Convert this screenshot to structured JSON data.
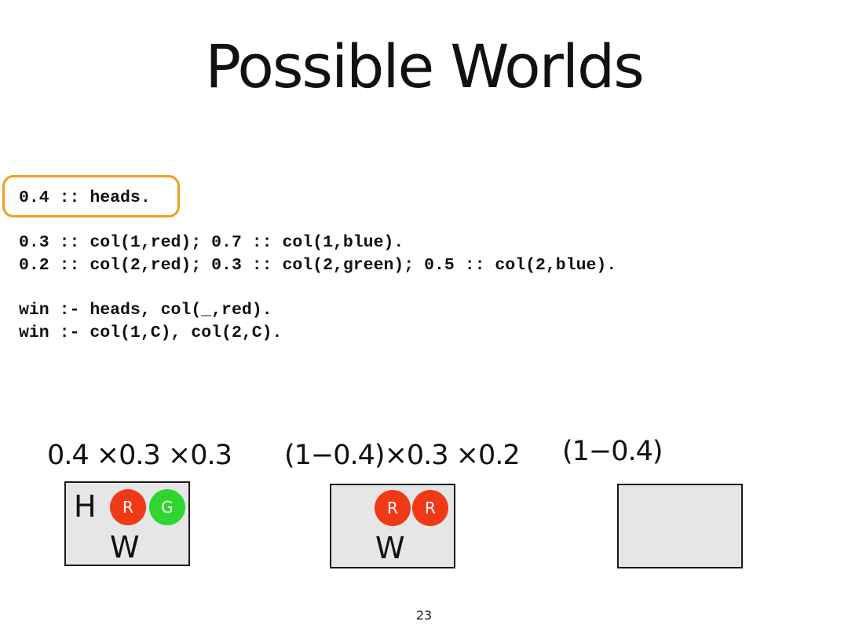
{
  "slide": {
    "title": "Possible Worlds",
    "page_number": "23"
  },
  "program": {
    "fact_line": "0.4 :: heads.",
    "col_lines": [
      "0.3 :: col(1,red); 0.7 :: col(1,blue).",
      "0.2 :: col(2,red); 0.3 :: col(2,green); 0.5 :: col(2,blue)."
    ],
    "rule_lines": [
      "win :- heads, col(_,red).",
      "win :- col(1,C), col(2,C)."
    ]
  },
  "worlds": [
    {
      "formula": "0.4 ×0.3 ×0.3",
      "heads_label": "H",
      "balls": [
        {
          "label": "R",
          "color": "#f03a17"
        },
        {
          "label": "G",
          "color": "#2fd62f"
        }
      ],
      "win_label": "W"
    },
    {
      "formula": "(1−0.4)×0.3 ×0.2",
      "balls": [
        {
          "label": "R",
          "color": "#f03a17"
        },
        {
          "label": "R",
          "color": "#f03a17"
        }
      ],
      "win_label": "W"
    },
    {
      "formula": "(1−0.4)"
    }
  ],
  "colors": {
    "highlight": "#f0a020",
    "world_fill": "#e6e6e6"
  }
}
